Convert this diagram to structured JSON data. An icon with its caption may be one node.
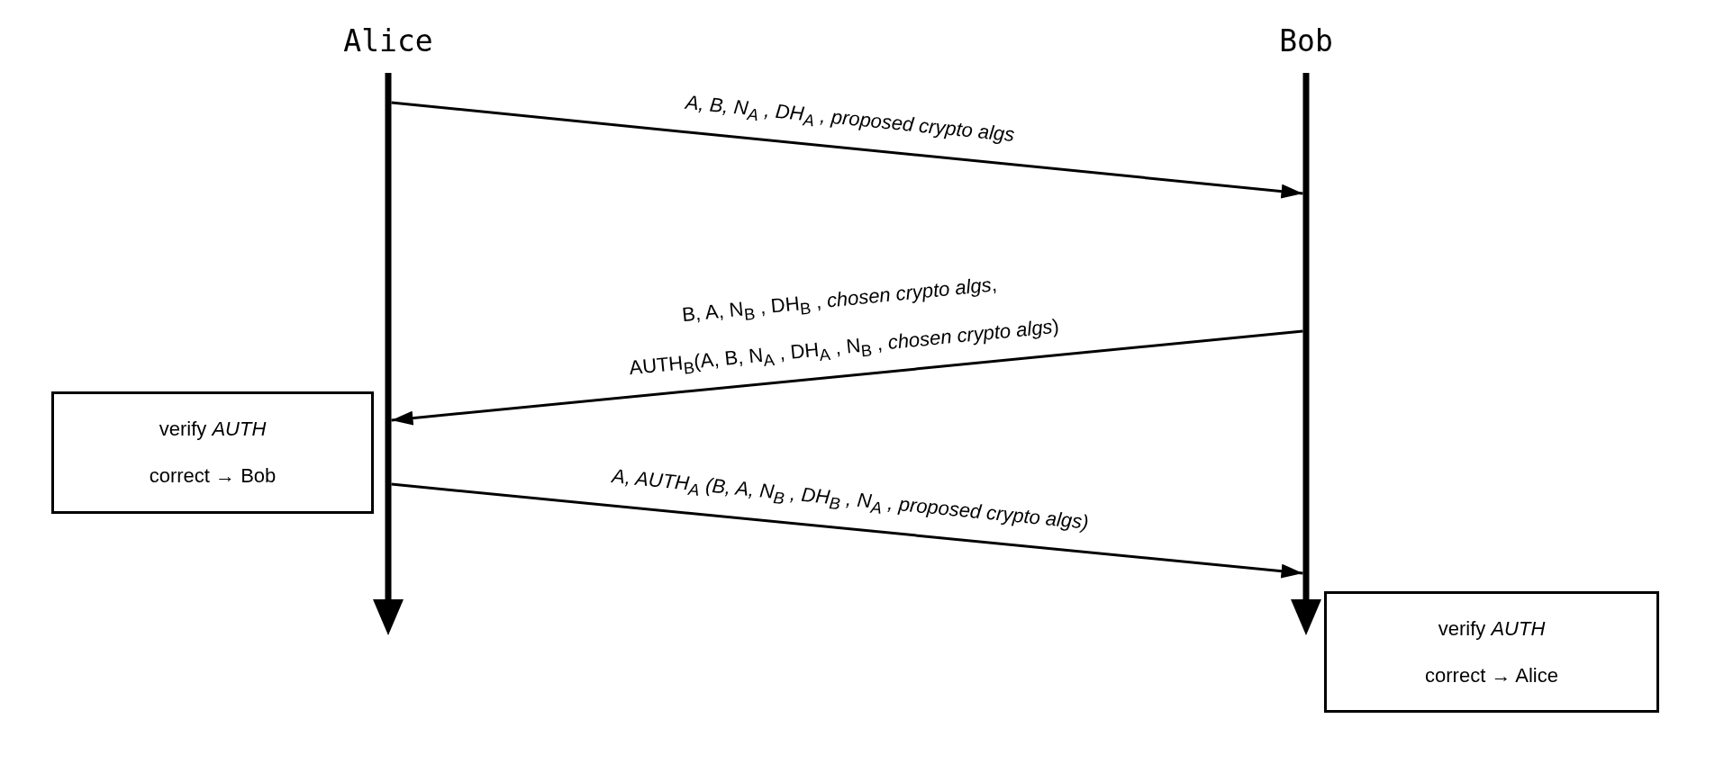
{
  "diagram": {
    "nodes": [
      {
        "text": [
          "Alice"
        ]
      },
      {
        "text": [
          "Bob"
        ]
      },
      {
        "text": [
          "verify *AUTH*",
          "correct → Bob"
        ]
      },
      {
        "text": [
          "verify *AUTH*",
          "correct → Alice"
        ]
      }
    ],
    "edges": [
      {
        "from": 0,
        "to": 1,
        "arrow": "to",
        "label": "A, B, N$_{A}$ , DH$_{A}$ , proposed crypto algs"
      },
      {
        "from": 1,
        "to": 0,
        "arrow": "to",
        "label": "B, A, N$_{B}$ , DH$_{B}$ , *chosen crypto algs*, AUTH$_{B}$(A, B, N$_{A}$ , DH$_{A}$ , N$_{B}$ , *chosen crypto algs*)"
      },
      {
        "from": 0,
        "to": 1,
        "arrow": "to",
        "label": "A, AUTH$_{A}$ (B, A, N$_{B}$ , DH$_{B}$ , N$_{A}$ , proposed crypto algs)"
      }
    ]
  }
}
